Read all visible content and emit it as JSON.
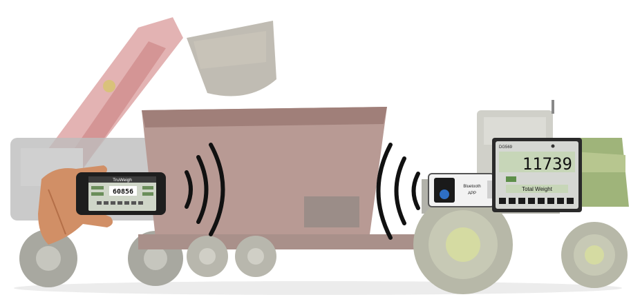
{
  "handheld": {
    "title": "TruWeigh",
    "reading": "60856"
  },
  "wireless_module": {
    "brand": "Bluetooth",
    "model": "APP"
  },
  "indicator": {
    "model": "DG569",
    "reading": "11739",
    "mode_label": "Total Weight"
  },
  "colors": {
    "wagon": "#b89a94",
    "wagon_dark": "#a07f79",
    "tractor_gray": "#b9b9b1",
    "tractor_green": "#9fb47a",
    "wheel": "#b7b8a8",
    "lcd_green": "#c7d6b8",
    "signal": "#111111"
  }
}
